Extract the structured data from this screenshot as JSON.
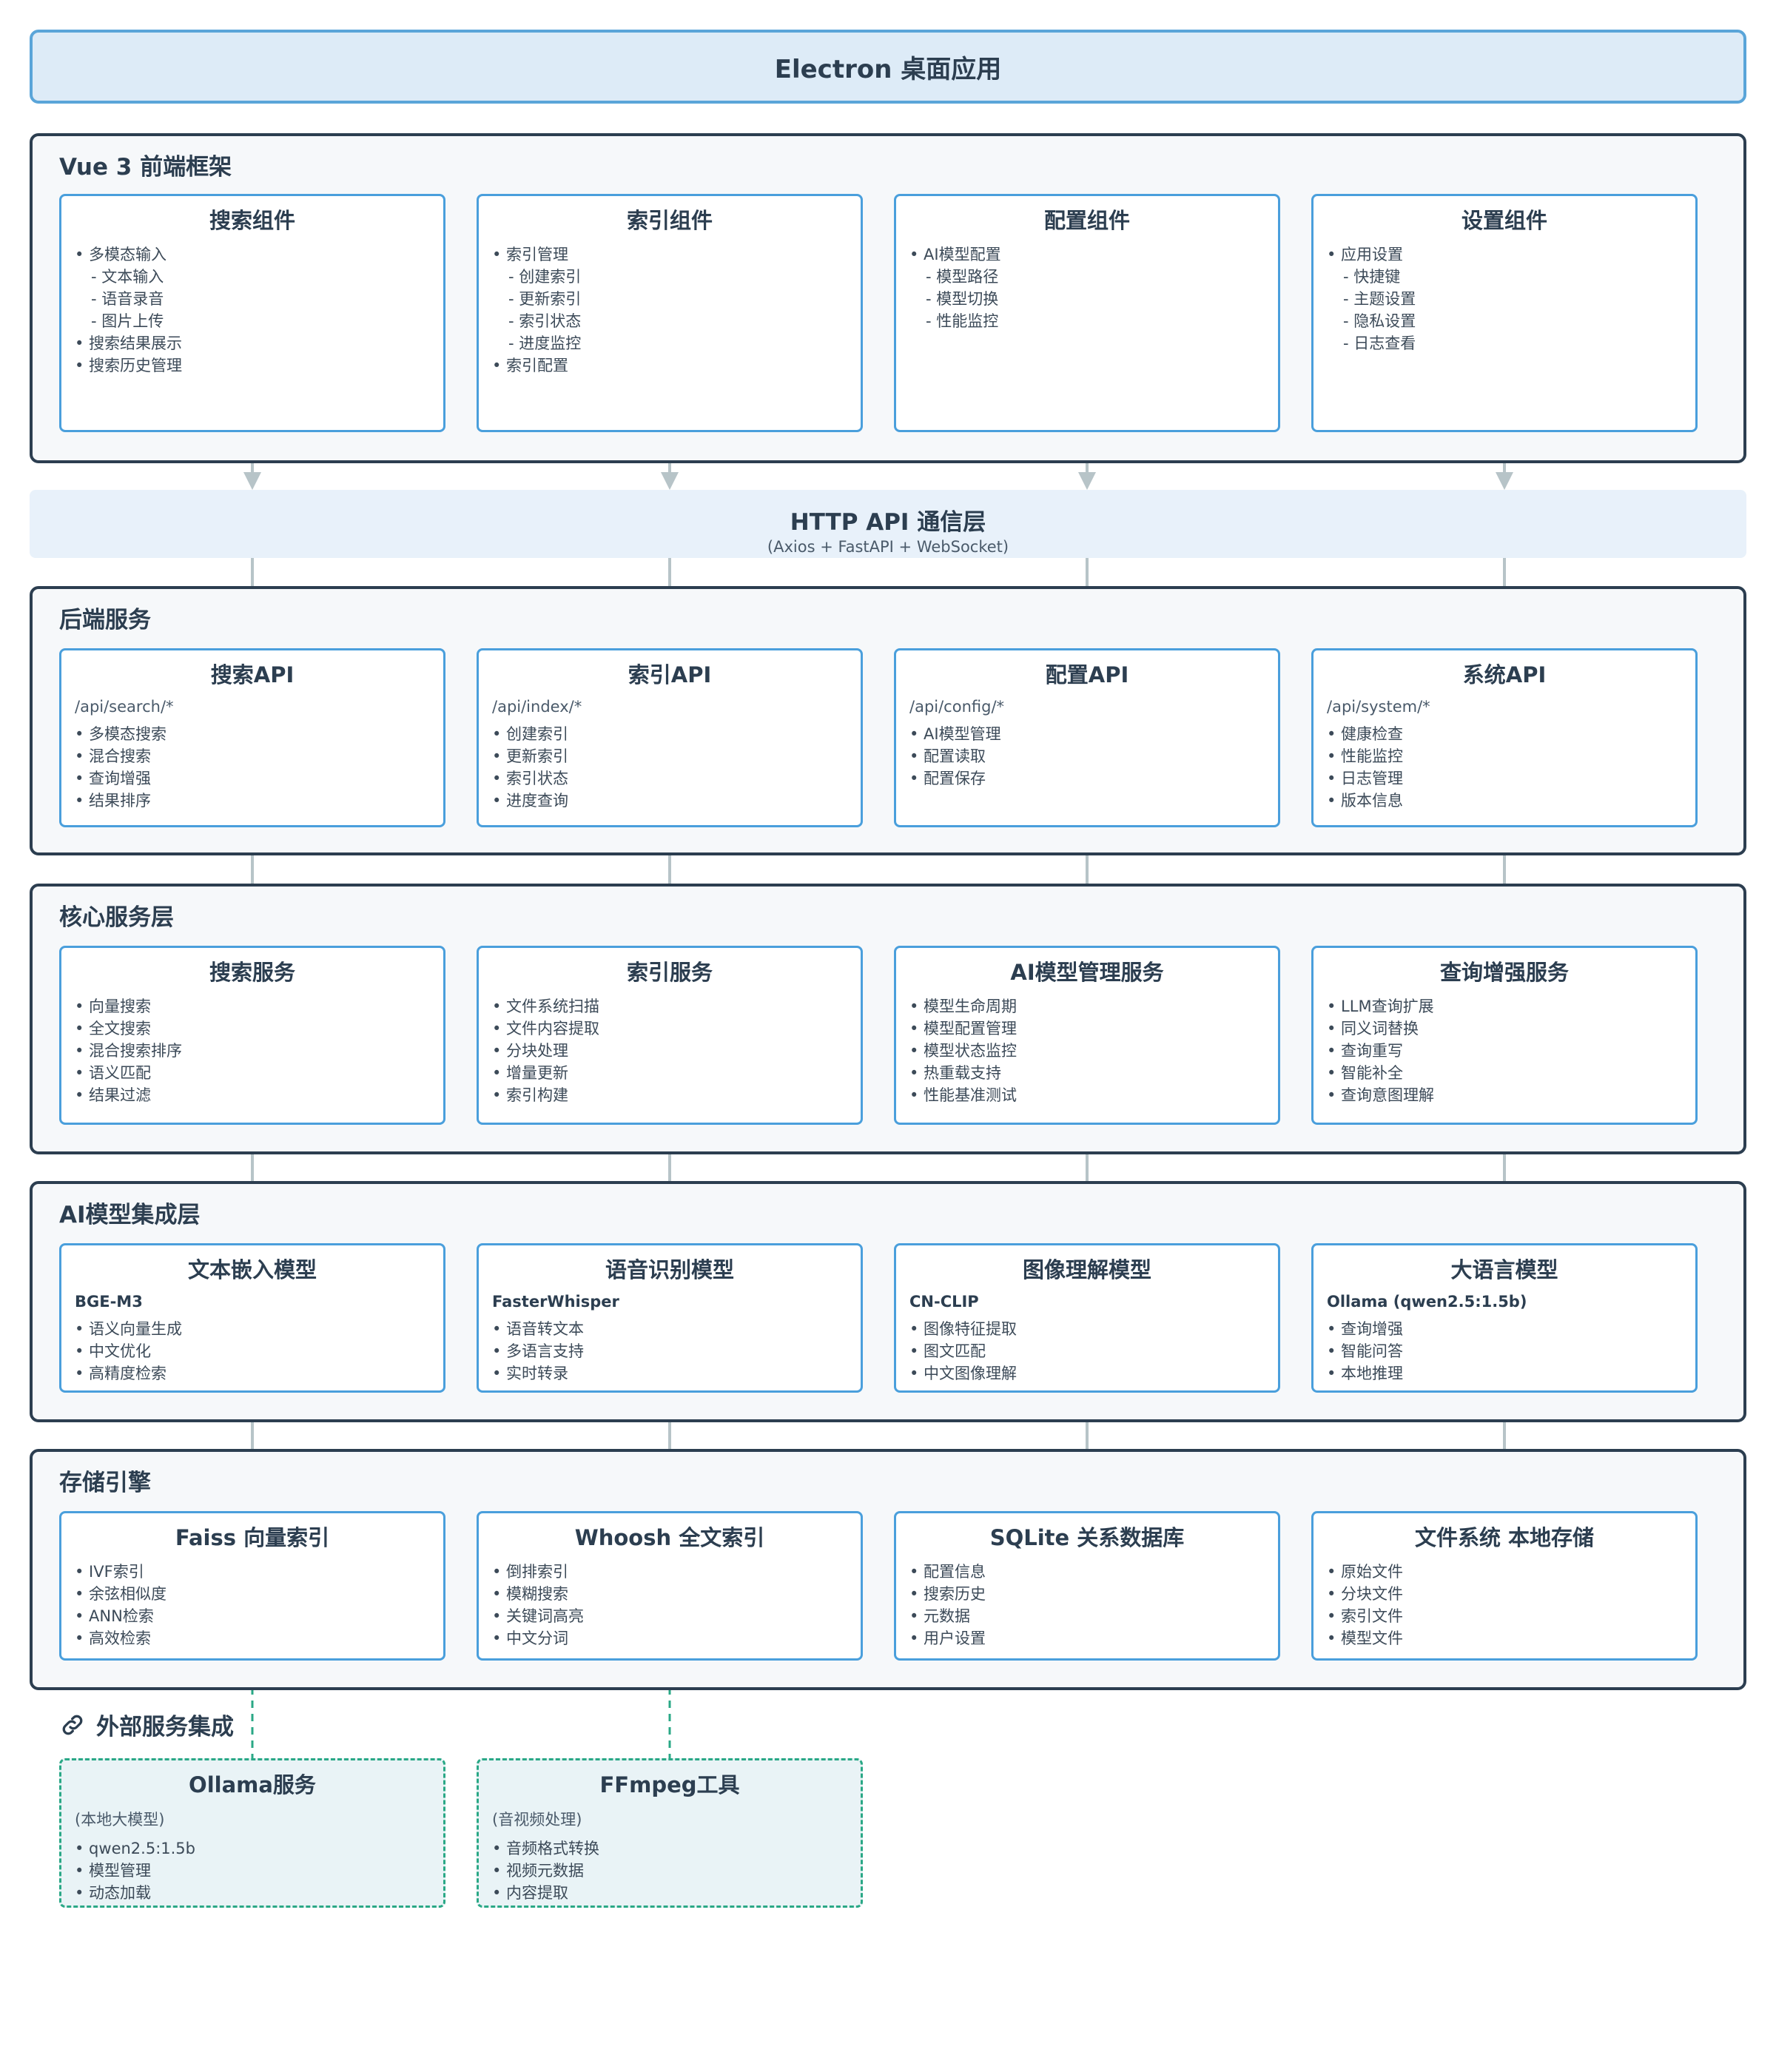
{
  "header": {
    "title": "Electron 桌面应用"
  },
  "layers": {
    "frontend": {
      "title": "Vue 3 前端框架",
      "cards": [
        {
          "title": "搜索组件",
          "items": [
            {
              "text": "• 多模态输入"
            },
            {
              "text": "- 文本输入",
              "sub": true
            },
            {
              "text": "- 语音录音",
              "sub": true
            },
            {
              "text": "- 图片上传",
              "sub": true
            },
            {
              "text": "• 搜索结果展示"
            },
            {
              "text": "• 搜索历史管理"
            }
          ]
        },
        {
          "title": "索引组件",
          "items": [
            {
              "text": "• 索引管理"
            },
            {
              "text": "- 创建索引",
              "sub": true
            },
            {
              "text": "- 更新索引",
              "sub": true
            },
            {
              "text": "- 索引状态",
              "sub": true
            },
            {
              "text": "- 进度监控",
              "sub": true
            },
            {
              "text": "• 索引配置"
            }
          ]
        },
        {
          "title": "配置组件",
          "items": [
            {
              "text": "• AI模型配置"
            },
            {
              "text": "- 模型路径",
              "sub": true
            },
            {
              "text": "- 模型切换",
              "sub": true
            },
            {
              "text": "- 性能监控",
              "sub": true
            }
          ]
        },
        {
          "title": "设置组件",
          "items": [
            {
              "text": "• 应用设置"
            },
            {
              "text": "- 快捷键",
              "sub": true
            },
            {
              "text": "- 主题设置",
              "sub": true
            },
            {
              "text": "- 隐私设置",
              "sub": true
            },
            {
              "text": "- 日志查看",
              "sub": true
            }
          ]
        }
      ]
    },
    "api_band": {
      "title": "HTTP API 通信层",
      "subtitle": "(Axios + FastAPI + WebSocket)"
    },
    "backend": {
      "title": "后端服务",
      "cards": [
        {
          "title": "搜索API",
          "subtitle": "/api/search/*",
          "items": [
            {
              "text": "• 多模态搜索"
            },
            {
              "text": "• 混合搜索"
            },
            {
              "text": "• 查询增强"
            },
            {
              "text": "• 结果排序"
            }
          ]
        },
        {
          "title": "索引API",
          "subtitle": "/api/index/*",
          "items": [
            {
              "text": "• 创建索引"
            },
            {
              "text": "• 更新索引"
            },
            {
              "text": "• 索引状态"
            },
            {
              "text": "• 进度查询"
            }
          ]
        },
        {
          "title": "配置API",
          "subtitle": "/api/config/*",
          "items": [
            {
              "text": "• AI模型管理"
            },
            {
              "text": "• 配置读取"
            },
            {
              "text": "• 配置保存"
            }
          ]
        },
        {
          "title": "系统API",
          "subtitle": "/api/system/*",
          "items": [
            {
              "text": "• 健康检查"
            },
            {
              "text": "• 性能监控"
            },
            {
              "text": "• 日志管理"
            },
            {
              "text": "• 版本信息"
            }
          ]
        }
      ]
    },
    "core": {
      "title": "核心服务层",
      "cards": [
        {
          "title": "搜索服务",
          "items": [
            {
              "text": "• 向量搜索"
            },
            {
              "text": "• 全文搜索"
            },
            {
              "text": "• 混合搜索排序"
            },
            {
              "text": "• 语义匹配"
            },
            {
              "text": "• 结果过滤"
            }
          ]
        },
        {
          "title": "索引服务",
          "items": [
            {
              "text": "• 文件系统扫描"
            },
            {
              "text": "• 文件内容提取"
            },
            {
              "text": "• 分块处理"
            },
            {
              "text": "• 增量更新"
            },
            {
              "text": "• 索引构建"
            }
          ]
        },
        {
          "title": "AI模型管理服务",
          "items": [
            {
              "text": "• 模型生命周期"
            },
            {
              "text": "• 模型配置管理"
            },
            {
              "text": "• 模型状态监控"
            },
            {
              "text": "• 热重载支持"
            },
            {
              "text": "• 性能基准测试"
            }
          ]
        },
        {
          "title": "查询增强服务",
          "items": [
            {
              "text": "• LLM查询扩展"
            },
            {
              "text": "• 同义词替换"
            },
            {
              "text": "• 查询重写"
            },
            {
              "text": "• 智能补全"
            },
            {
              "text": "• 查询意图理解"
            }
          ]
        }
      ]
    },
    "ai_models": {
      "title": "AI模型集成层",
      "cards": [
        {
          "title": "文本嵌入模型",
          "subtitle": "BGE-M3",
          "items": [
            {
              "text": "• 语义向量生成"
            },
            {
              "text": "• 中文优化"
            },
            {
              "text": "• 高精度检索"
            }
          ]
        },
        {
          "title": "语音识别模型",
          "subtitle": "FasterWhisper",
          "items": [
            {
              "text": "• 语音转文本"
            },
            {
              "text": "• 多语言支持"
            },
            {
              "text": "• 实时转录"
            }
          ]
        },
        {
          "title": "图像理解模型",
          "subtitle": "CN-CLIP",
          "items": [
            {
              "text": "• 图像特征提取"
            },
            {
              "text": "• 图文匹配"
            },
            {
              "text": "• 中文图像理解"
            }
          ]
        },
        {
          "title": "大语言模型",
          "subtitle": "Ollama (qwen2.5:1.5b)",
          "items": [
            {
              "text": "• 查询增强"
            },
            {
              "text": "• 智能问答"
            },
            {
              "text": "• 本地推理"
            }
          ]
        }
      ]
    },
    "storage": {
      "title": "存储引擎",
      "cards": [
        {
          "title": "Faiss 向量索引",
          "items": [
            {
              "text": "• IVF索引"
            },
            {
              "text": "• 余弦相似度"
            },
            {
              "text": "• ANN检索"
            },
            {
              "text": "• 高效检索"
            }
          ]
        },
        {
          "title": "Whoosh 全文索引",
          "items": [
            {
              "text": "• 倒排索引"
            },
            {
              "text": "• 模糊搜索"
            },
            {
              "text": "• 关键词高亮"
            },
            {
              "text": "• 中文分词"
            }
          ]
        },
        {
          "title": "SQLite 关系数据库",
          "items": [
            {
              "text": "• 配置信息"
            },
            {
              "text": "• 搜索历史"
            },
            {
              "text": "• 元数据"
            },
            {
              "text": "• 用户设置"
            }
          ]
        },
        {
          "title": "文件系统 本地存储",
          "items": [
            {
              "text": "• 原始文件"
            },
            {
              "text": "• 分块文件"
            },
            {
              "text": "• 索引文件"
            },
            {
              "text": "• 模型文件"
            }
          ]
        }
      ]
    }
  },
  "external": {
    "title": "外部服务集成",
    "icon": "link-icon",
    "cards": [
      {
        "title": "Ollama服务",
        "subtitle": "(本地大模型)",
        "items": [
          {
            "text": "• qwen2.5:1.5b"
          },
          {
            "text": "• 模型管理"
          },
          {
            "text": "• 动态加载"
          }
        ]
      },
      {
        "title": "FFmpeg工具",
        "subtitle": "(音视频处理)",
        "items": [
          {
            "text": "• 音频格式转换"
          },
          {
            "text": "• 视频元数据"
          },
          {
            "text": "• 内容提取"
          }
        ]
      }
    ]
  },
  "colors": {
    "arrow": "#b7c4c8",
    "card_border": "#4a9fdc",
    "layer_border": "#2c3e50",
    "dashed": "#2aa886"
  }
}
